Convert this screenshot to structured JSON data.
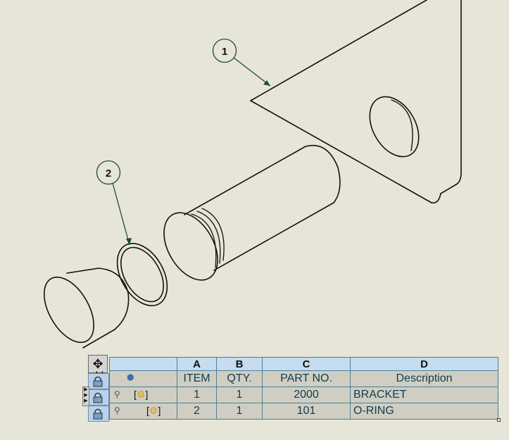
{
  "balloons": [
    {
      "item": "1"
    },
    {
      "item": "2"
    }
  ],
  "bom": {
    "column_letters": [
      "A",
      "B",
      "C",
      "D"
    ],
    "headers": {
      "item": "ITEM",
      "qty": "QTY.",
      "part_no": "PART NO.",
      "description": "Description"
    },
    "rows": [
      {
        "item": "1",
        "qty": "1",
        "part_no": "2000",
        "description": "BRACKET"
      },
      {
        "item": "2",
        "qty": "1",
        "part_no": "101",
        "description": "O-RING"
      }
    ],
    "icons": {
      "move_handle": "move-arrows-icon",
      "lock": "lock-icon",
      "pin": "pin-icon",
      "assembly": "assembly-icon"
    }
  },
  "colors": {
    "background": "#e6e5d8",
    "header_band": "#c6dcf0",
    "table_cell": "#d0cec2",
    "table_text": "#0d3d55"
  }
}
